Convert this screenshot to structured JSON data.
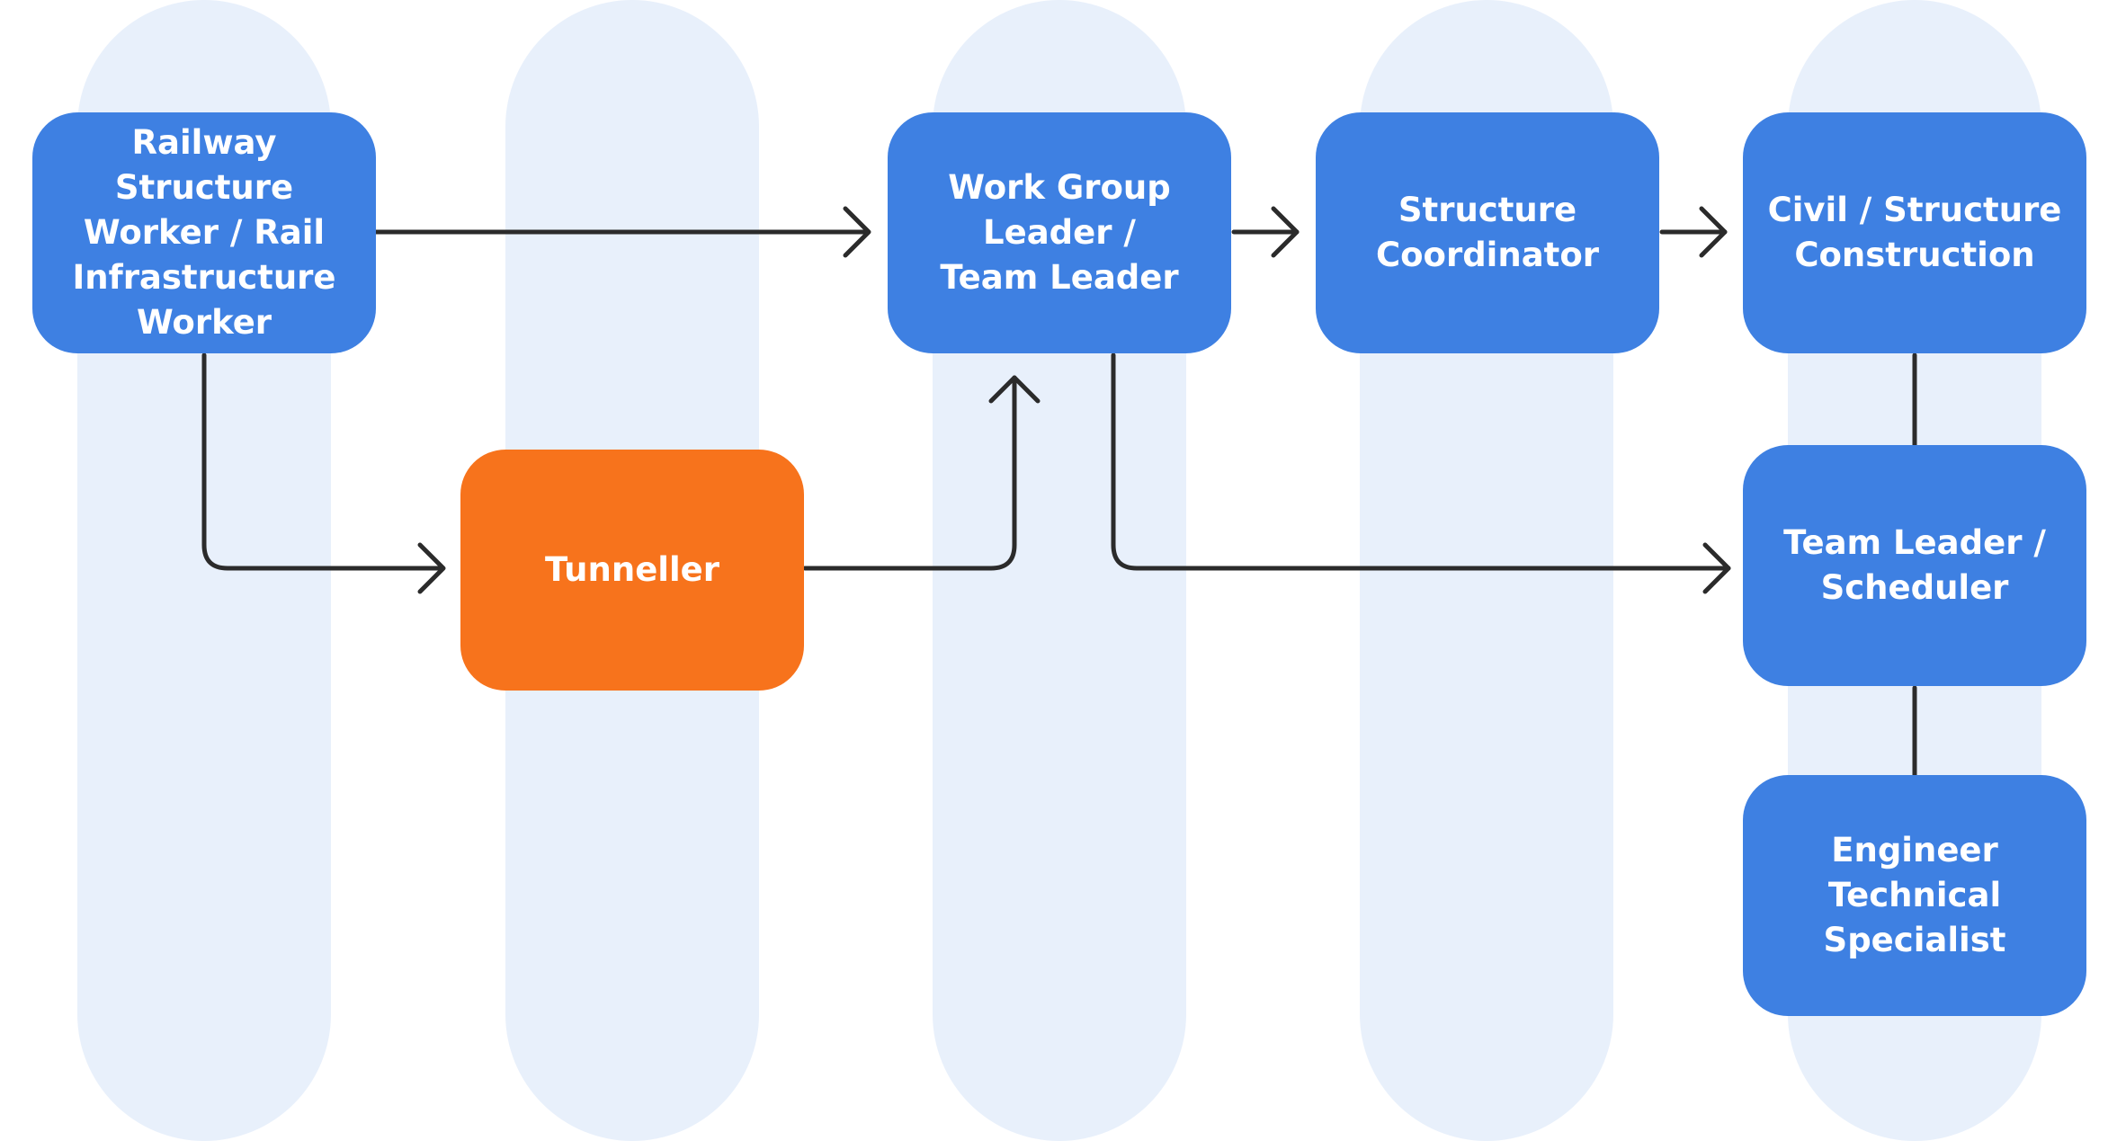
{
  "colors": {
    "lane": "#e8f0fb",
    "node": "#3e80e2",
    "highlight": "#f7731c",
    "connector": "#2b2b2b",
    "text": "#ffffff"
  },
  "nodes": {
    "railway_structure_worker": "Railway Structure\nWorker / Rail\nInfrastructure\nWorker",
    "tunneller": "Tunneller",
    "work_group_leader": "Work Group\nLeader /\nTeam Leader",
    "structure_coordinator": "Structure\nCoordinator",
    "civil_structure_construction": "Civil / Structure\nConstruction",
    "team_leader_scheduler": "Team Leader /\nScheduler",
    "engineer_technical_specialist": "Engineer\nTechnical\nSpecialist"
  },
  "highlighted_node": "tunneller",
  "connections": [
    {
      "from": "railway_structure_worker",
      "to": "work_group_leader",
      "arrow": true
    },
    {
      "from": "railway_structure_worker",
      "to": "tunneller",
      "arrow": true
    },
    {
      "from": "tunneller",
      "to": "work_group_leader",
      "arrow": true
    },
    {
      "from": "work_group_leader",
      "to": "structure_coordinator",
      "arrow": true
    },
    {
      "from": "structure_coordinator",
      "to": "civil_structure_construction",
      "arrow": true
    },
    {
      "from": "work_group_leader",
      "to": "team_leader_scheduler",
      "arrow": true
    },
    {
      "from": "civil_structure_construction",
      "to": "team_leader_scheduler",
      "arrow": false
    },
    {
      "from": "team_leader_scheduler",
      "to": "engineer_technical_specialist",
      "arrow": false
    }
  ]
}
